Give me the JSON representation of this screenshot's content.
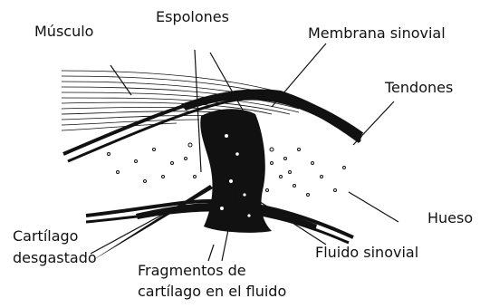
{
  "labels": {
    "musculo": "Músculo",
    "espolones": "Espolones",
    "membrana": "Membrana sinovial",
    "tendones": "Tendones",
    "hueso": "Hueso",
    "cartilago_line1": "Cartílago",
    "cartilago_line2": "desgastado",
    "fluido": "Fluido sinovial",
    "fragmentos_line1": "Fragmentos de",
    "fragmentos_line2": "cartílago en el fluido"
  },
  "colors": {
    "ink": "#111111",
    "background": "#ffffff"
  }
}
